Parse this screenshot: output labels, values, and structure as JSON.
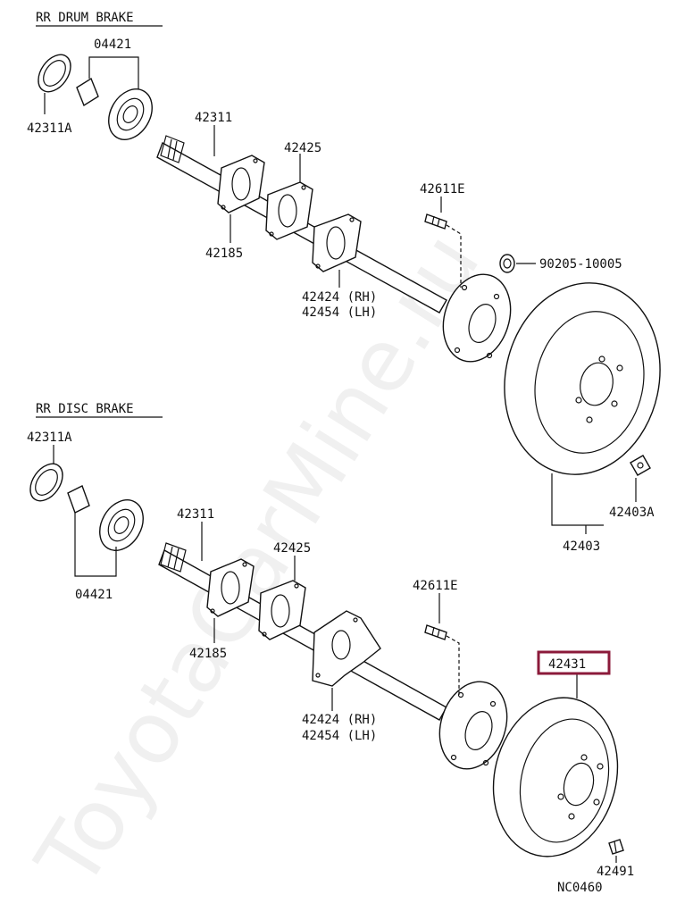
{
  "watermark": "ToyotaCarMine.ru",
  "colors": {
    "ink": "#111111",
    "highlight": "#8b1a3a"
  },
  "sections": {
    "drum": {
      "title": "RR DRUM BRAKE"
    },
    "disc": {
      "title": "RR DISC BRAKE"
    }
  },
  "labels": {
    "drum_seal": "42311A",
    "drum_bearing": "04421",
    "drum_shaft": "42311",
    "drum_plate1": "42185",
    "drum_plate2": "42425",
    "drum_retainer_rh": "42424 (RH)",
    "drum_retainer_lh": "42454 (LH)",
    "drum_bolt": "42611E",
    "drum_nut": "90205-10005",
    "drum_plug": "42403A",
    "drum_drum": "42403",
    "disc_seal": "42311A",
    "disc_bearing": "04421",
    "disc_shaft": "42311",
    "disc_plate1": "42185",
    "disc_plate2": "42425",
    "disc_retainer_rh": "42424 (RH)",
    "disc_retainer_lh": "42454 (LH)",
    "disc_bolt": "42611E",
    "disc_rotor": "42431",
    "disc_screw": "42491",
    "diagram_code": "NC0460"
  }
}
